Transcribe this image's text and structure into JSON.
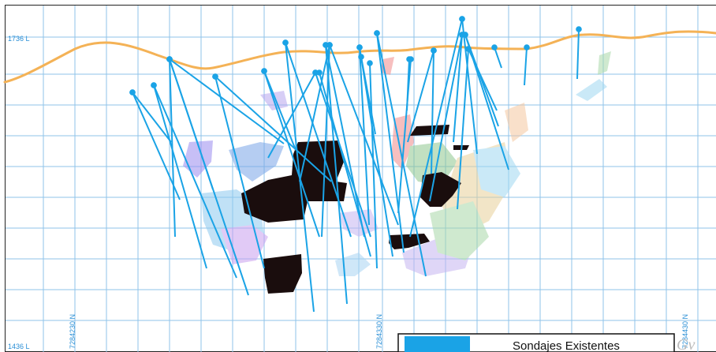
{
  "section": {
    "level_top": "1736 L",
    "level_bottom": "1436 L",
    "northing_labels": [
      "7284230 N",
      "7284330 N",
      "7284430 N"
    ]
  },
  "legend": {
    "label": "Sondajes Existentes",
    "swatch_color": "#1aa3e6"
  },
  "colors": {
    "grid": "#8fc3ea",
    "topography": "#f4b256",
    "drillholes": "#1aa3e6",
    "orebody": "#1a0d0d"
  },
  "watermark": "Gv"
}
